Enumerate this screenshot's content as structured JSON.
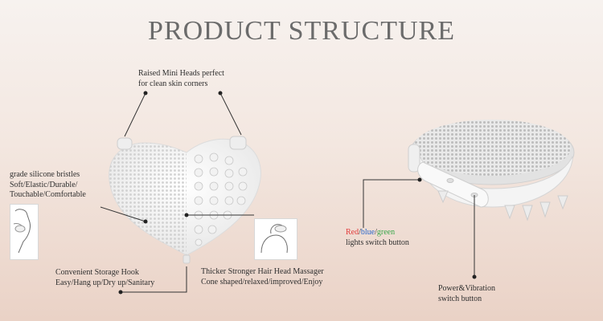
{
  "title": "PRODUCT STRUCTURE",
  "callouts": {
    "mini_heads": {
      "line1": "Raised Mini Heads perfect",
      "line2": "for clean skin corners"
    },
    "bristles": {
      "line1": "grade silicone bristles",
      "line2": "Soft/Elastic/Durable/",
      "line3": "Touchable/Comfortable"
    },
    "hook": {
      "line1": "Convenient Storage Hook",
      "line2": "Easy/Hang up/Dry up/Sanitary"
    },
    "massager": {
      "line1": "Thicker Stronger Hair Head Massager",
      "line2": "Cone shaped/relaxed/improved/Enjoy"
    },
    "lights": {
      "red": "Red",
      "sep1": "/",
      "blue": "blue",
      "sep2": "/",
      "green": "green",
      "line2": "lights switch button"
    },
    "power": {
      "line1": "Power&Vibration",
      "line2": "switch button"
    }
  },
  "colors": {
    "red": "#e23b3b",
    "blue": "#2b66c9",
    "green": "#3aa64a",
    "device": "#f5f5f5",
    "bristle": "#d9d9d9"
  }
}
